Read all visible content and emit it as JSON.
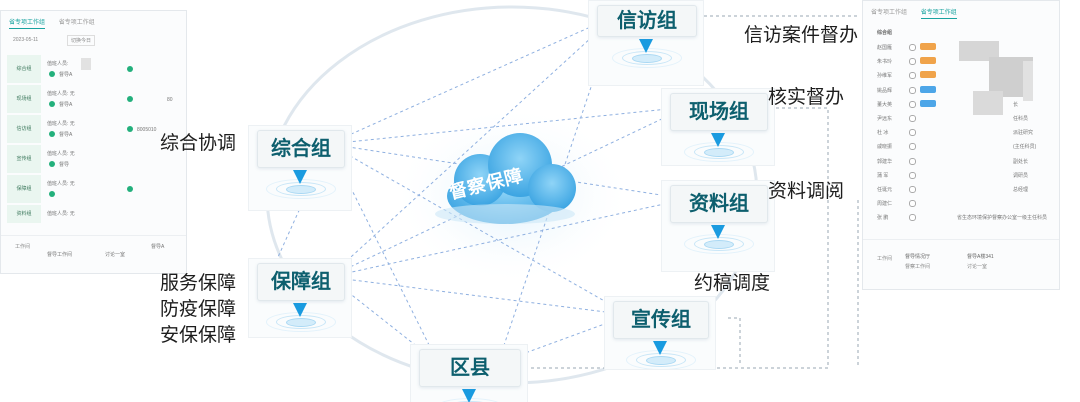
{
  "center": {
    "label": "督察保障"
  },
  "nodes": {
    "zonghe": {
      "label": "综合组"
    },
    "xinfang": {
      "label": "信访组"
    },
    "xianchang": {
      "label": "现场组"
    },
    "ziliao": {
      "label": "资料组"
    },
    "baozhang": {
      "label": "保障组"
    },
    "xuanchuan": {
      "label": "宣传组"
    },
    "quxian": {
      "label": "区县"
    }
  },
  "annotations": {
    "zonghe": "综合协调",
    "xinfang": "信访案件督办",
    "xianchang": "核实督办",
    "ziliao": "资料调阅",
    "xuanchuan": "约稿调度",
    "baozhang": [
      "服务保障",
      "防疫保障",
      "安保保障"
    ]
  },
  "left_panel": {
    "tabs": [
      "省专项工作组",
      "省专项工作组"
    ],
    "date": "2023-05-11",
    "button": "切换今日",
    "groups": [
      "综合组",
      "现场组",
      "信访组",
      "宣传组",
      "保障组",
      "资料组"
    ],
    "row_text": [
      "值班人员:",
      "值班人员: 无",
      "值班人员: 无",
      "值班人员: 无",
      "值班人员: 无",
      "值班人员: 无"
    ],
    "fragments": [
      "督导A",
      "督导A",
      "督导A",
      "督导",
      "8005010",
      "80"
    ],
    "footer_label": "工作间",
    "footer_items": [
      "督导工作间",
      "讨论一室",
      "督导A"
    ]
  },
  "right_panel": {
    "tabs": [
      "省专项工作组",
      "省专项工作组"
    ],
    "section": "综合组",
    "names": [
      "赵国雁",
      "朱书玲",
      "孙维军",
      "姚品辉",
      "董大英",
      "尹远东",
      "杜 冰",
      "戚晓振",
      "郭建华",
      "蒲 军",
      "任诞元",
      "周建仁",
      "张 鹏"
    ],
    "notes": [
      "",
      "",
      "",
      "",
      "长",
      "任科员",
      "派驻研究",
      "(主任科员)",
      "副处长",
      "调研员",
      "总经理",
      "",
      "省生态环境保护督察办公室一级主任科员"
    ],
    "footer_label": "工作间",
    "footer_items": [
      "督导情况厅",
      "督导A楼341",
      "督察工作间",
      "讨论一室"
    ]
  },
  "colors": {
    "node_text": "#0d5f6e",
    "pin": "#1a9be0",
    "halo": "#bfe3f7",
    "line": "#7fa8df",
    "cloud": "#5cb8ea"
  }
}
